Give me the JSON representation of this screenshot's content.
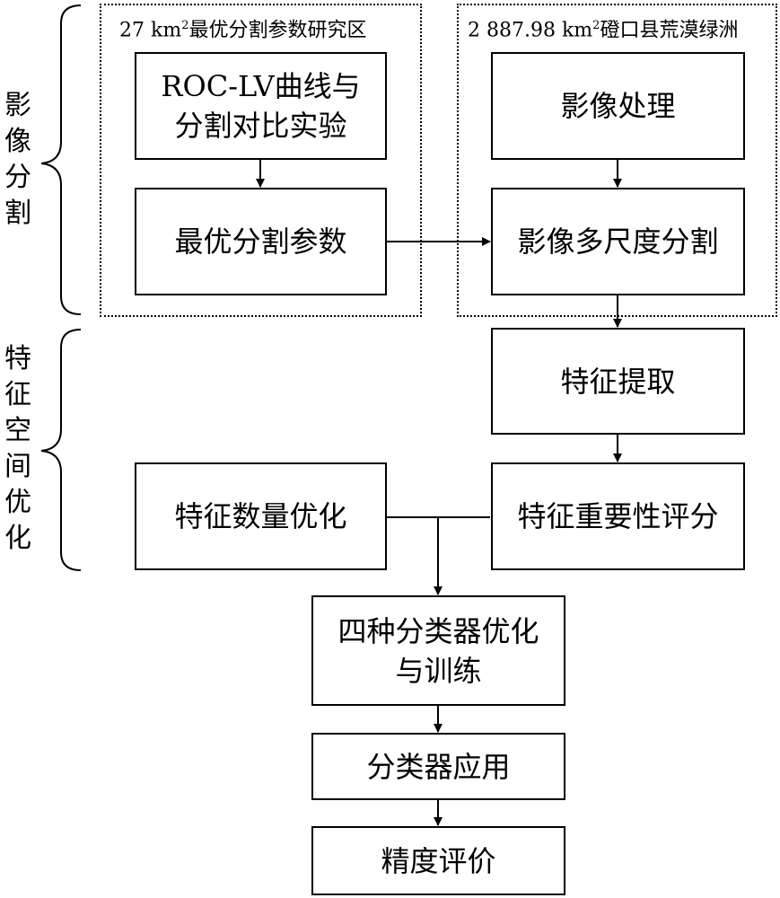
{
  "side_labels": {
    "segmentation": "影像分割",
    "feature_optimization": "特征空间优化"
  },
  "regions": {
    "left": {
      "title_prefix": "27 km",
      "title_sup": "2",
      "title_suffix": "最优分割参数研究区"
    },
    "right": {
      "title_prefix": "2 887.98 km",
      "title_sup": "2",
      "title_suffix": "磴口县荒漠绿洲"
    }
  },
  "nodes": {
    "roc_lv_line1": "ROC-LV曲线与",
    "roc_lv_line2": "分割对比实验",
    "optimal_params": "最优分割参数",
    "image_processing": "影像处理",
    "multiscale_segmentation": "影像多尺度分割",
    "feature_extraction": "特征提取",
    "feature_importance": "特征重要性评分",
    "feature_count_opt": "特征数量优化",
    "classifier_train_line1": "四种分类器优化",
    "classifier_train_line2": "与训练",
    "classifier_apply": "分类器应用",
    "accuracy_eval": "精度评价"
  }
}
